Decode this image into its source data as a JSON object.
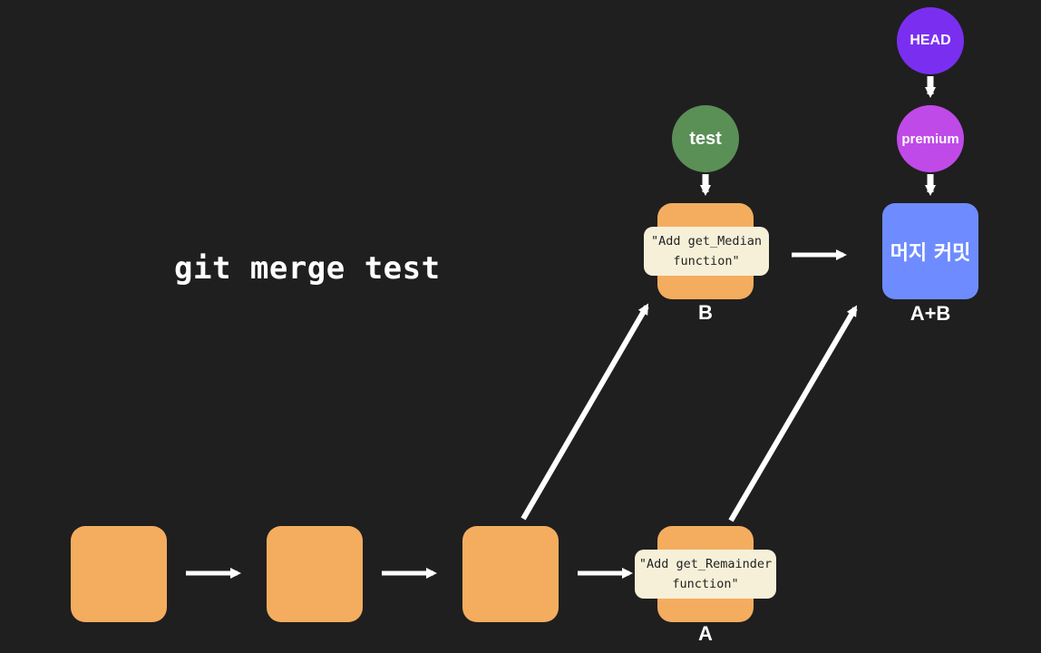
{
  "title": "git merge test",
  "commits": {
    "a_message_line1": "\"Add get_Remainder",
    "a_message_line2": "function\"",
    "a_label": "A",
    "b_message_line1": "\"Add get_Median",
    "b_message_line2": "function\"",
    "b_label": "B",
    "merge_text": "머지 커밋",
    "merge_label": "A+B"
  },
  "refs": {
    "test": "test",
    "premium": "premium",
    "head": "HEAD"
  },
  "colors": {
    "background": "#1f1f1f",
    "commit": "#f4ad5f",
    "message_box": "#f7f0d9",
    "merge_commit": "#6e8cff",
    "test_branch": "#5a8f56",
    "premium_branch": "#c04ae8",
    "head": "#7a2ff0",
    "arrow": "#ffffff"
  }
}
